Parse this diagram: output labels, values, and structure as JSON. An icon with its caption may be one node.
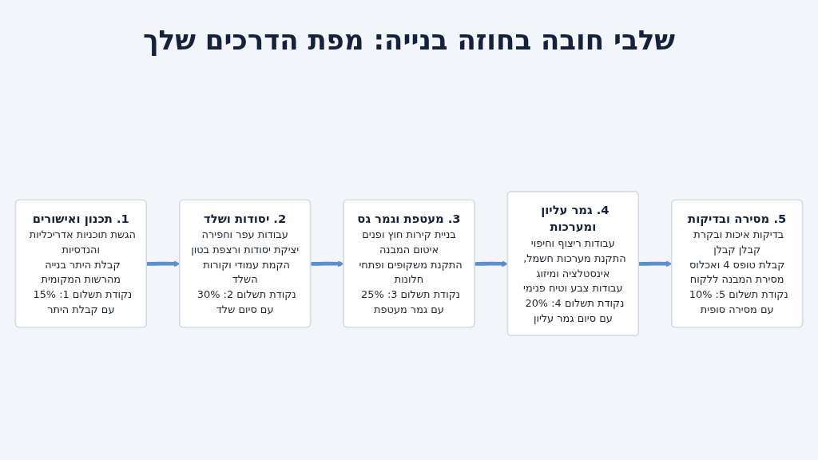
{
  "diagram": {
    "title": "שלבי חובה בחוזה בנייה: מפת הדרכים שלך",
    "nodes": [
      {
        "text": [
          "1. תכנון ואישורים",
          "הגשת תוכניות אדריכליות והנדסיות",
          "קבלת היתר בנייה מהרשות המקומית",
          "נקודת תשלום 1: 15% עם קבלת היתר"
        ]
      },
      {
        "text": [
          "2. יסודות ושלד",
          "עבודות עפר וחפירה",
          "יציקת יסודות ורצפת בטון",
          "הקמת עמודי וקורות השלד",
          "נקודת תשלום 2: 30% עם סיום שלד"
        ]
      },
      {
        "text": [
          "3. מעטפת וגמר גס",
          "בניית קירות חוץ ופנים",
          "איטום המבנה",
          "התקנת משקופים ופתחי חלונות",
          "נקודת תשלום 3: 25% עם גמר מעטפת"
        ]
      },
      {
        "text": [
          "4. גמר עליון ומערכות",
          "עבודות ריצוף וחיפוי",
          "התקנת מערכות חשמל, אינסטלציה ומיזוג",
          "עבודות צבע וטיח פנימי",
          "נקודת תשלום 4: 20% עם סיום גמר עליון"
        ]
      },
      {
        "text": [
          "5. מסירה ובדיקות",
          "בדיקות איכות ובקרת קבלן קבלן",
          "קבלת טופס 4 ואכלוס",
          "מסירת המבנה ללקוח",
          "נקודת תשלום 5: 10% עם מסירה סופית"
        ]
      }
    ],
    "edges": [
      {
        "from": 0,
        "to": 1,
        "arrow": "to"
      },
      {
        "from": 1,
        "to": 2,
        "arrow": "to"
      },
      {
        "from": 2,
        "to": 3,
        "arrow": "to"
      },
      {
        "from": 3,
        "to": 4,
        "arrow": "to"
      }
    ]
  }
}
